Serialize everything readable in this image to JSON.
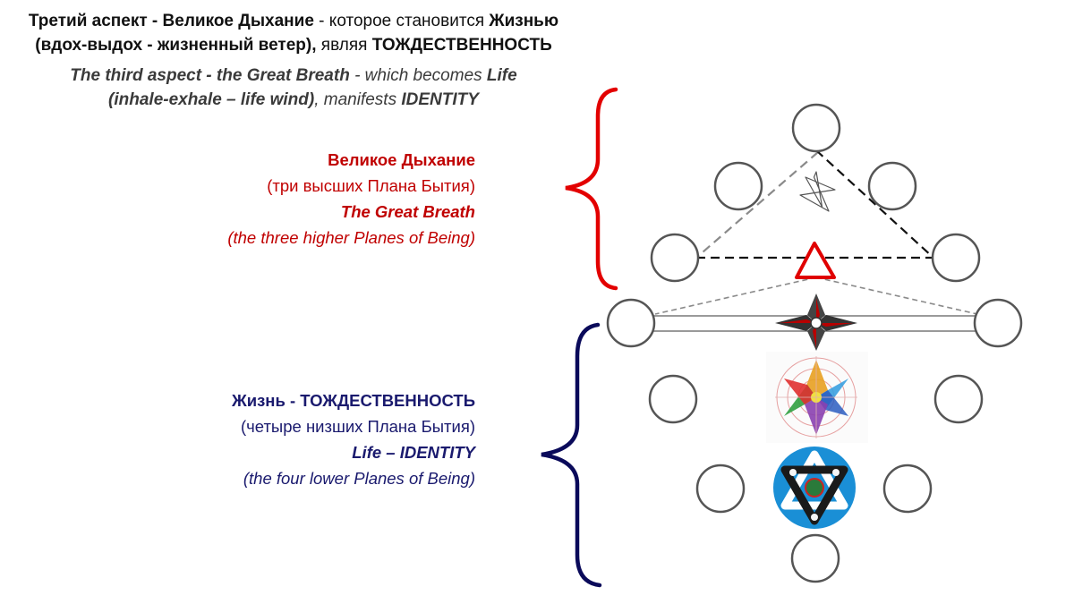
{
  "header": {
    "ru_line1": [
      {
        "text": "Третий аспект - ",
        "bold": true
      },
      {
        "text": "Великое Дыхание",
        "bold": true
      },
      {
        "text": " - которое становится ",
        "bold": false
      },
      {
        "text": "Жизнью",
        "bold": true
      }
    ],
    "ru_line2": [
      {
        "text": "(вдох-выдох - жизненный ветер),",
        "bold": true
      },
      {
        "text": " являя ",
        "bold": false
      },
      {
        "text": "ТОЖДЕСТВЕННОСТЬ",
        "bold": true
      }
    ],
    "en_line1": [
      {
        "text": "The third aspect - ",
        "bold": true
      },
      {
        "text": "the Great Breath",
        "bold": true
      },
      {
        "text": " - which becomes ",
        "bold": false
      },
      {
        "text": "Life",
        "bold": true
      }
    ],
    "en_line2": [
      {
        "text": "(inhale-exhale – life wind)",
        "bold": true
      },
      {
        "text": ", manifests ",
        "bold": false
      },
      {
        "text": "IDENTITY",
        "bold": true
      }
    ]
  },
  "upper_group": {
    "title_ru": "Великое Дыхание",
    "subtitle_ru": "(три высших Плана Бытия)",
    "title_en": "The Great Breath",
    "subtitle_en": "(the three higher Planes of Being)",
    "color": "#c00000"
  },
  "lower_group": {
    "title_ru_part1": "Жизнь - ",
    "title_ru_part2": "ТОЖДЕСТВЕННОСТЬ",
    "subtitle_ru": "(четыре низших Плана Бытия)",
    "title_en": "Life – IDENTITY",
    "subtitle_en": "(the four lower Planes of Being)",
    "color": "#1a1a6e"
  },
  "colors": {
    "node_stroke": "#555555",
    "dashed_dark": "#111111",
    "dashed_gray": "#8a8a8a",
    "red_brace": "#e30000",
    "navy_brace": "#0a0a5a",
    "emblem_blue": "#1a8fd6"
  },
  "icons": [
    "seven-pointed-star-icon",
    "red-triangle-icon",
    "compass-star-icon",
    "rainbow-hexagram-icon",
    "blue-hexagram-emblem-icon"
  ]
}
